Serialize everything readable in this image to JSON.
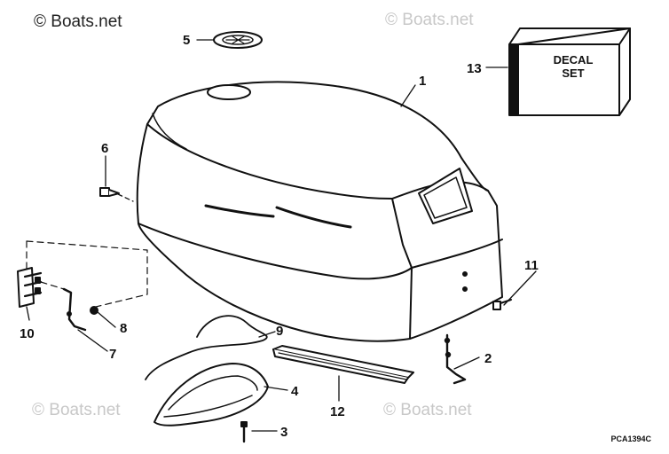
{
  "watermarks": {
    "top_left": "© Boats.net",
    "top_right": "© Boats.net",
    "bottom_left": "© Boats.net",
    "bottom_right": "© Boats.net"
  },
  "decal": {
    "line1": "DECAL",
    "line2": "SET"
  },
  "callouts": {
    "c1": "1",
    "c2": "2",
    "c3": "3",
    "c4": "4",
    "c5": "5",
    "c6": "6",
    "c7": "7",
    "c8": "8",
    "c9": "9",
    "c10": "10",
    "c11": "11",
    "c12": "12",
    "c13": "13"
  },
  "drawing_code": "PCA1394C"
}
